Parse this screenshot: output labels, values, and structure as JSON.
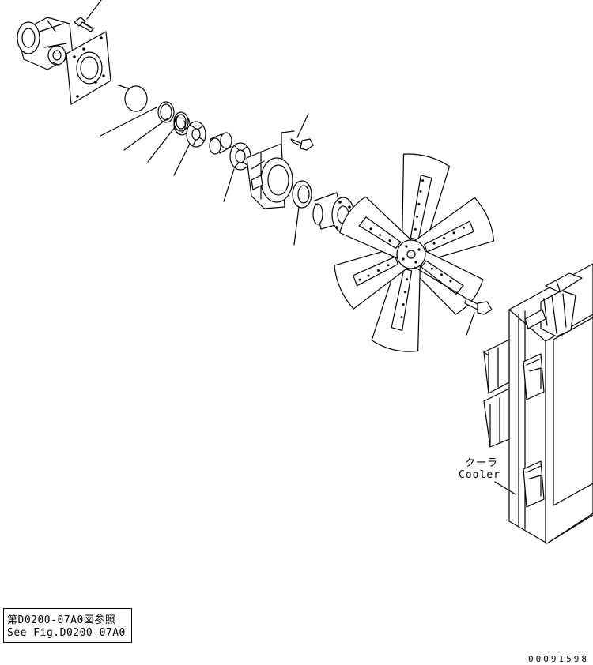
{
  "callouts": {
    "cooler_jp": "クーラ",
    "cooler_en": "Cooler"
  },
  "reference": {
    "line_jp": "第D0200-07A0図参照",
    "line_en": "See Fig.D0200-07A0"
  },
  "document_number": "00091598"
}
